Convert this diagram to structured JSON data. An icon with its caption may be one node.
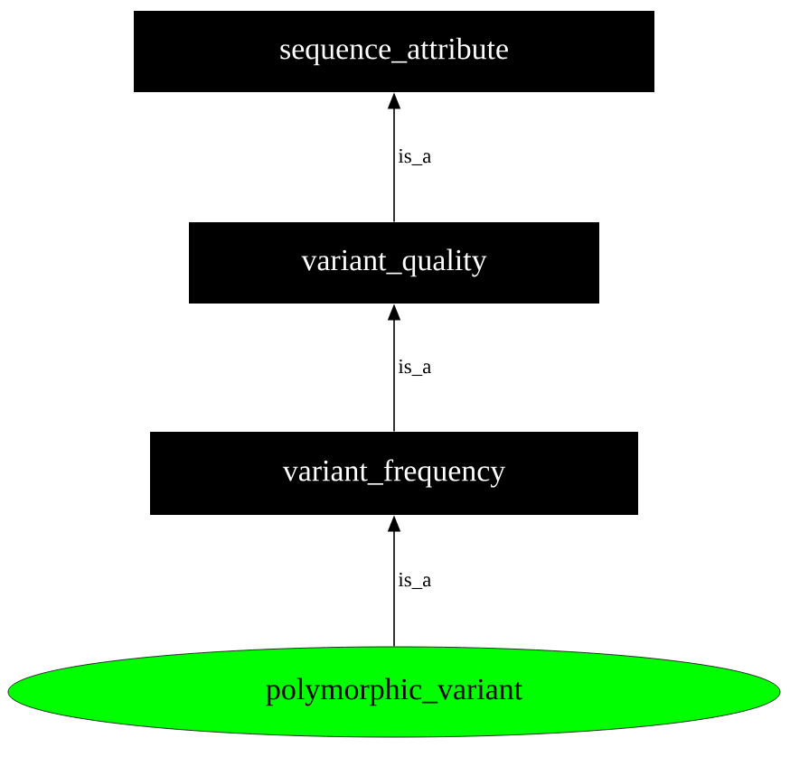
{
  "diagram": {
    "nodes": [
      {
        "text": [
          "sequence_attribute"
        ]
      },
      {
        "text": [
          "variant_quality"
        ]
      },
      {
        "text": [
          "variant_frequency"
        ]
      },
      {
        "text": [
          "polymorphic_variant"
        ]
      }
    ],
    "edges": [
      {
        "from": 1,
        "to": 0,
        "arrow": "to",
        "label": "is_a"
      },
      {
        "from": 2,
        "to": 1,
        "arrow": "to",
        "label": "is_a"
      },
      {
        "from": 3,
        "to": 2,
        "arrow": "to",
        "label": "is_a"
      }
    ]
  }
}
